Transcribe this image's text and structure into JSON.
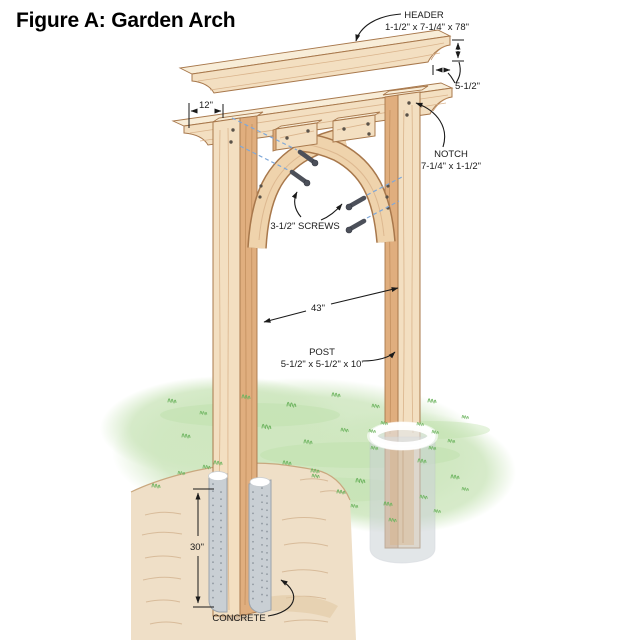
{
  "title": "Figure A: Garden Arch",
  "callouts": {
    "header": {
      "label": "HEADER",
      "dims": "1-1/2\" x 7-1/4\" x 78\""
    },
    "header_end": {
      "dim": "5-1/2\""
    },
    "overhang": {
      "dim": "12\""
    },
    "notch": {
      "label": "NOTCH",
      "dims": "7-1/4\" x 1-1/2\""
    },
    "screws": {
      "label": "3-1/2\" SCREWS"
    },
    "opening": {
      "dim": "43\""
    },
    "post": {
      "label": "POST",
      "dims": "5-1/2\" x 5-1/2\" x 10'"
    },
    "footing_depth": {
      "dim": "30\""
    },
    "concrete": {
      "label": "CONCRETE"
    }
  },
  "colors": {
    "wood_face": "#F3DFC1",
    "wood_side": "#E0AE7E",
    "wood_top": "#F8EDD8",
    "wood_outline": "#A8784C",
    "grass": "#CFE7C0",
    "grass_blade": "#6DB45F",
    "earth": "#EFDFC7",
    "concrete": "#C9CFD4",
    "screw": "#4C505A",
    "screw_dash": "#7FA8D9",
    "annotation": "#1A1A1A"
  }
}
